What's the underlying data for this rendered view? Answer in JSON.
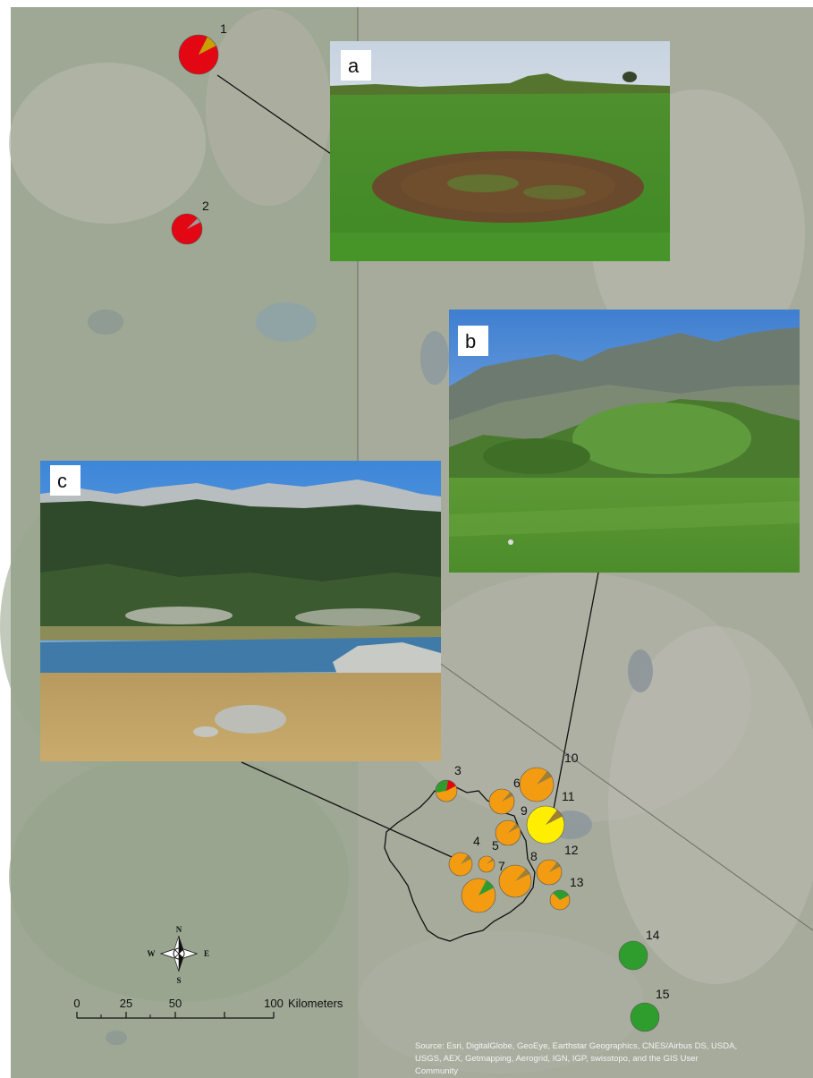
{
  "panels": [
    {
      "letter": "a",
      "scene": "field"
    },
    {
      "letter": "b",
      "scene": "mountain-lawn"
    },
    {
      "letter": "c",
      "scene": "alpine-lake"
    }
  ],
  "sites": [
    {
      "label": "1",
      "slices": [
        {
          "c": "#e30613",
          "v": 0.9
        },
        {
          "c": "#c8a000",
          "v": 0.1
        }
      ]
    },
    {
      "label": "2",
      "slices": [
        {
          "c": "#e30613",
          "v": 0.95
        },
        {
          "c": "#9a9a9a",
          "v": 0.05
        }
      ]
    },
    {
      "label": "3",
      "slices": [
        {
          "c": "#f39c12",
          "v": 0.55
        },
        {
          "c": "#2e9d2e",
          "v": 0.3
        },
        {
          "c": "#e30613",
          "v": 0.15
        }
      ]
    },
    {
      "label": "4",
      "slices": [
        {
          "c": "#f39c12",
          "v": 0.93
        },
        {
          "c": "#a08030",
          "v": 0.07
        }
      ]
    },
    {
      "label": "5",
      "slices": [
        {
          "c": "#f39c12",
          "v": 0.95
        },
        {
          "c": "#a08030",
          "v": 0.05
        }
      ]
    },
    {
      "label": "6",
      "slices": [
        {
          "c": "#f39c12",
          "v": 0.94
        },
        {
          "c": "#a08030",
          "v": 0.06
        }
      ]
    },
    {
      "label": "7",
      "slices": [
        {
          "c": "#f39c12",
          "v": 0.9
        },
        {
          "c": "#2e9d2e",
          "v": 0.1
        }
      ]
    },
    {
      "label": "8",
      "slices": [
        {
          "c": "#f39c12",
          "v": 0.94
        },
        {
          "c": "#a08030",
          "v": 0.06
        }
      ]
    },
    {
      "label": "9",
      "slices": [
        {
          "c": "#f39c12",
          "v": 0.94
        },
        {
          "c": "#a08030",
          "v": 0.06
        }
      ]
    },
    {
      "label": "10",
      "slices": [
        {
          "c": "#f39c12",
          "v": 0.93
        },
        {
          "c": "#a08030",
          "v": 0.07
        }
      ]
    },
    {
      "label": "11",
      "slices": [
        {
          "c": "#ffee00",
          "v": 0.93
        },
        {
          "c": "#a08030",
          "v": 0.07
        }
      ]
    },
    {
      "label": "12",
      "slices": [
        {
          "c": "#f39c12",
          "v": 0.93
        },
        {
          "c": "#a08030",
          "v": 0.07
        }
      ]
    },
    {
      "label": "13",
      "slices": [
        {
          "c": "#f39c12",
          "v": 0.7
        },
        {
          "c": "#2e9d2e",
          "v": 0.3
        }
      ]
    },
    {
      "label": "14",
      "slices": [
        {
          "c": "#2e9d2e",
          "v": 1.0
        }
      ]
    },
    {
      "label": "15",
      "slices": [
        {
          "c": "#2e9d2e",
          "v": 1.0
        }
      ]
    }
  ],
  "scale_bar": {
    "ticks": [
      "0",
      "25",
      "50",
      "100"
    ],
    "unit": "Kilometers"
  },
  "compass": {
    "n": "N",
    "s": "S",
    "e": "E",
    "w": "W"
  },
  "source_text": {
    "line1": "Source: Esri, DigitalGlobe, GeoEye, Earthstar Geographics, CNES/Airbus DS, USDA,",
    "line2": "USGS, AEX, Getmapping, Aerogrid, IGN, IGP, swisstopo, and the GIS User",
    "line3": "Community"
  }
}
